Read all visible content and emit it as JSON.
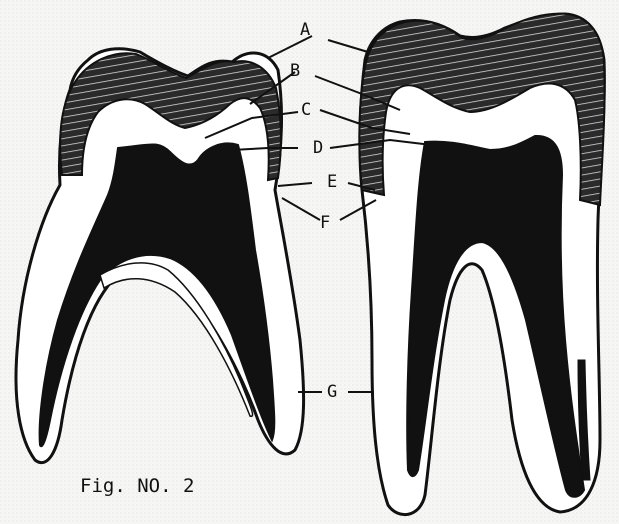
{
  "figure": {
    "caption": "Fig. NO. 2",
    "labels": {
      "a": "A",
      "b": "B",
      "c": "C",
      "d": "D",
      "e": "E",
      "f": "F",
      "g": "G"
    }
  },
  "colors": {
    "ink": "#111111",
    "paper": "#f7f7f5",
    "dentin": "#ffffff"
  }
}
